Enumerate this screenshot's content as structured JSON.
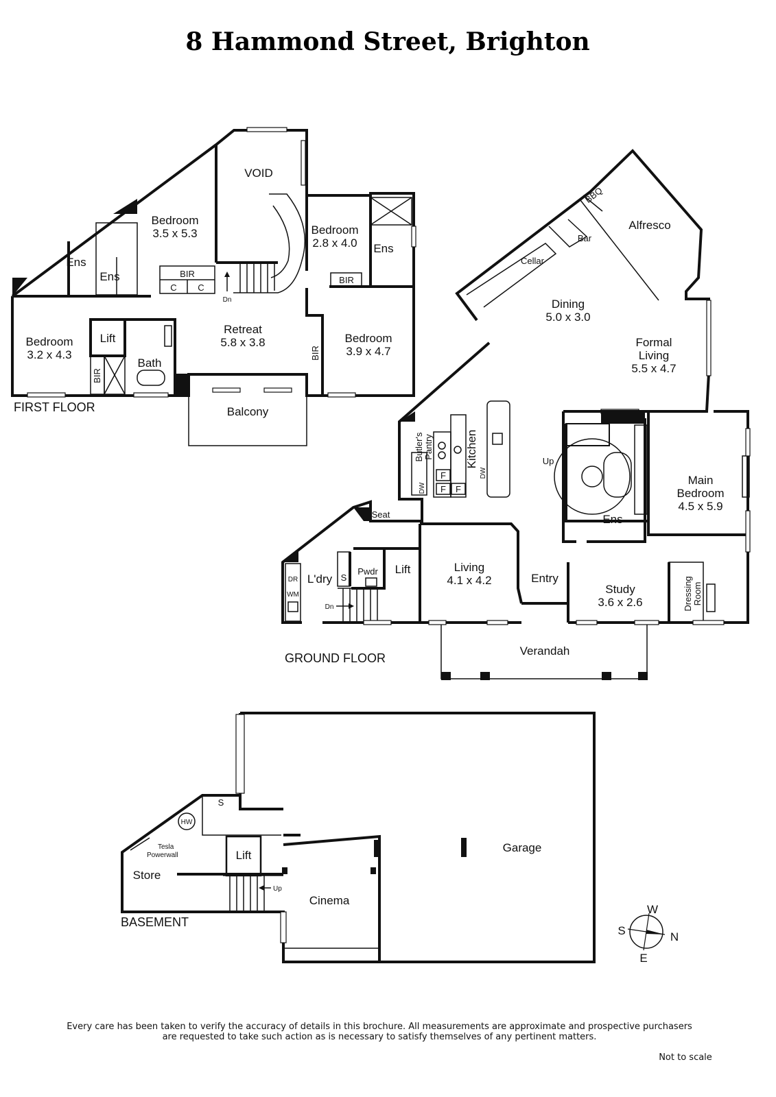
{
  "title": "8 Hammond Street, Brighton",
  "floors": {
    "first": "FIRST FLOOR",
    "ground": "GROUND FLOOR",
    "basement": "BASEMENT"
  },
  "first_floor": {
    "void": "VOID",
    "bedroom_a": {
      "name": "Bedroom",
      "size": "3.5 x 5.3"
    },
    "bedroom_b": {
      "name": "Bedroom",
      "size": "2.8 x 4.0"
    },
    "bedroom_c": {
      "name": "Bedroom",
      "size": "3.2 x 4.3"
    },
    "bedroom_d": {
      "name": "Bedroom",
      "size": "3.9 x 4.7"
    },
    "retreat": {
      "name": "Retreat",
      "size": "5.8 x 3.8"
    },
    "ens": "Ens",
    "bir": "BIR",
    "c": "C",
    "dn": "Dn",
    "lift": "Lift",
    "bath": "Bath",
    "balcony": "Balcony"
  },
  "ground_floor": {
    "bbq": "BBQ",
    "alfresco": "Alfresco",
    "bar": "Bar",
    "cellar": "Cellar",
    "dining": {
      "name": "Dining",
      "size": "5.0 x 3.0"
    },
    "formal_living": {
      "name1": "Formal",
      "name2": "Living",
      "size": "5.5 x 4.7"
    },
    "butlers_pantry": {
      "line1": "Butler's",
      "line2": "Pantry"
    },
    "kitchen": "Kitchen",
    "dw": "DW",
    "f": "F",
    "up": "Up",
    "main_bedroom": {
      "name1": "Main",
      "name2": "Bedroom",
      "size": "4.5 x 5.9"
    },
    "ens": "Ens",
    "seat": "Seat",
    "ldry": "L'dry",
    "dr": "DR",
    "wm": "WM",
    "s": "S",
    "pwdr": "Pwdr",
    "lift": "Lift",
    "dn": "Dn",
    "living": {
      "name": "Living",
      "size": "4.1 x 4.2"
    },
    "entry": "Entry",
    "study": {
      "name": "Study",
      "size": "3.6 x 2.6"
    },
    "dressing_room": {
      "line1": "Dressing",
      "line2": "Room"
    },
    "verandah": "Verandah"
  },
  "basement": {
    "s": "S",
    "hw": "HW",
    "tesla": {
      "line1": "Tesla",
      "line2": "Powerwall"
    },
    "lift": "Lift",
    "store": "Store",
    "up": "Up",
    "cinema": "Cinema",
    "garage": "Garage"
  },
  "compass": {
    "w": "W",
    "s": "S",
    "n": "N",
    "e": "E"
  },
  "disclaimer": {
    "line1": "Every care has been taken to verify the accuracy of details in this brochure.  All measurements are approximate and prospective purchasers",
    "line2": "are requested to take such action as is necessary to satisfy themselves of any pertinent matters."
  },
  "scale_note": "Not to scale"
}
